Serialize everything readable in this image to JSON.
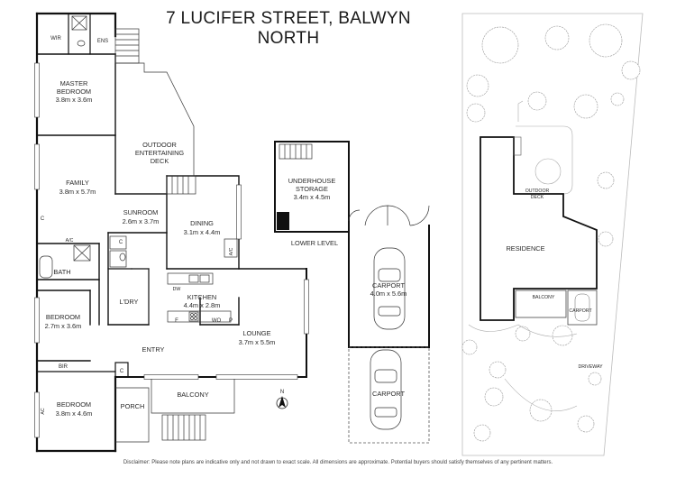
{
  "title": "7 LUCIFER STREET, BALWYN NORTH",
  "disclaimer": "Disclaimer: Please note plans are indicative only and not drawn to exact scale. All dimensions are approximate. Potential buyers should satisfy themselves of any pertinent matters.",
  "rooms": {
    "wir": "WIR",
    "ens": "ENS",
    "master_name": "MASTER",
    "master_name2": "BEDROOM",
    "master_dim": "3.8m x 3.6m",
    "deck_name1": "OUTDOOR",
    "deck_name2": "ENTERTAINING",
    "deck_name3": "DECK",
    "family_name": "FAMILY",
    "family_dim": "3.8m x 5.7m",
    "sunroom_name": "SUNROOM",
    "sunroom_dim": "2.6m x 3.7m",
    "dining_name": "DINING",
    "dining_dim": "3.1m x 4.4m",
    "c1": "C",
    "c2": "C",
    "c3": "C",
    "ac1": "A/C",
    "ac2": "A/C",
    "bath": "BATH",
    "ldry": "L'DRY",
    "dw": "DW",
    "kitchen_name": "KITCHEN",
    "kitchen_dim": "4.4m x 2.8m",
    "f": "F",
    "wo": "WO",
    "p": "P",
    "bed2_name": "BEDROOM",
    "bed2_dim": "2.7m x 3.6m",
    "lounge_name": "LOUNGE",
    "lounge_dim": "3.7m x 5.5m",
    "entry": "ENTRY",
    "bir": "BIR",
    "bed3_name": "BEDROOM",
    "bed3_dim": "3.8m x 4.6m",
    "ac3": "AC",
    "porch": "PORCH",
    "balcony": "BALCONY",
    "north": "N",
    "storage_name1": "UNDERHOUSE",
    "storage_name2": "STORAGE",
    "storage_dim": "3.4m x 4.5m",
    "lower_level": "LOWER LEVEL",
    "carport_name": "CARPORT",
    "carport_dim": "4.0m x 5.6m",
    "carport2": "CARPORT"
  },
  "site": {
    "outdoor_deck1": "OUTDOOR",
    "outdoor_deck2": "DECK",
    "residence": "RESIDENCE",
    "balcony": "BALCONY",
    "carport": "CARPORT",
    "driveway": "DRIVEWAY"
  }
}
